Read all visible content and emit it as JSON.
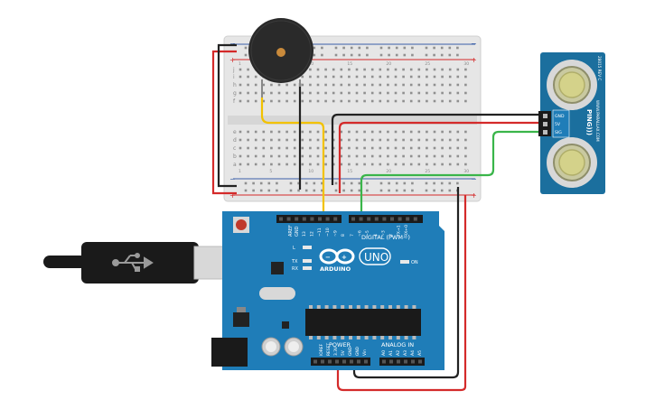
{
  "colors": {
    "breadboard": "#e6e6e6",
    "breadboard_edge": "#cfcfcf",
    "rail_red": "#d42a2a",
    "rail_blue": "#3a5fa8",
    "arduino_board": "#1f7db8",
    "arduino_dark": "#196aa0",
    "sensor_board": "#1b6f9e",
    "wire_black": "#222222",
    "wire_red": "#d42a2a",
    "wire_yellow": "#f2c200",
    "wire_green": "#3ab54a",
    "buzzer": "#2a2a2a",
    "buzzer_center": "#c98a3b",
    "usb_cable": "#1a1a1a",
    "usb_metal": "#d8d8d8"
  },
  "breadboard": {
    "row_letters_top": [
      "a",
      "b",
      "c",
      "d",
      "e"
    ],
    "row_letters_bottom": [
      "f",
      "g",
      "h",
      "i",
      "j"
    ],
    "column_numbers": [
      "1",
      "5",
      "10",
      "15",
      "20",
      "25",
      "30"
    ],
    "rail_minus": "−",
    "rail_plus": "+"
  },
  "buzzer": {
    "icon": "piezo-buzzer-icon"
  },
  "arduino": {
    "logo_text": "ARDUINO",
    "model_badge": "UNO",
    "digital_label": "DIGITAL (PWM~)",
    "power_label": "POWER",
    "analog_label": "ANALOG IN",
    "on_label": "ON",
    "led_l": "L",
    "led_tx": "TX",
    "led_rx": "RX",
    "aref": "AREF",
    "gnd_top": "GND",
    "digital_pins": [
      "13",
      "12",
      "~11",
      "~10",
      "~9",
      "8",
      "7",
      "~6",
      "~5",
      "4",
      "~3",
      "2",
      "TX→1",
      "RX←0"
    ],
    "power_pins": [
      "IOREF",
      "RESET",
      "3.3V",
      "5V",
      "GND",
      "GND",
      "Vin"
    ],
    "analog_pins": [
      "A0",
      "A1",
      "A2",
      "A3",
      "A4",
      "A5"
    ]
  },
  "sensor": {
    "name": "PING)))",
    "brand": "WWW.PARALLAX.COM",
    "model": "28015 REV C",
    "pins": [
      "GND",
      "5V",
      "SIG"
    ]
  }
}
